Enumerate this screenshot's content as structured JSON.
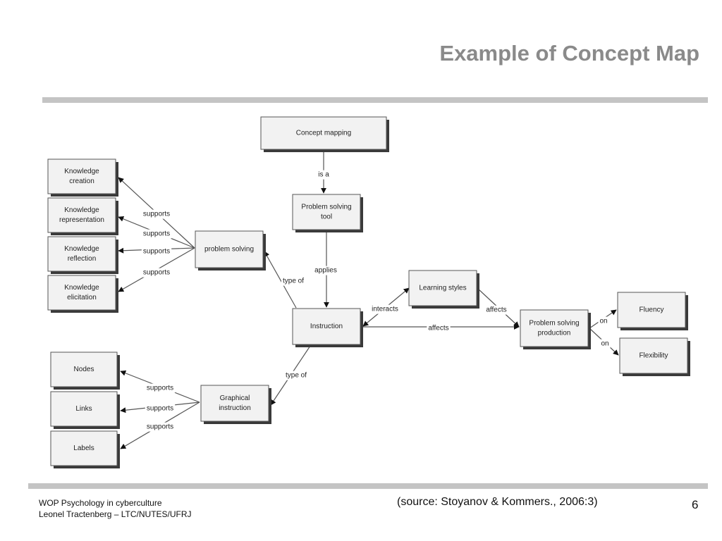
{
  "slide": {
    "title": "Example of Concept Map",
    "footer_line1": "WOP Psychology in cyberculture",
    "footer_line2": "Leonel Tractenberg – LTC/NUTES/UFRJ",
    "source": "(source: Stoyanov & Kommers., 2006:3)",
    "page_number": "6"
  },
  "colors": {
    "title": "#8a8a8a",
    "rule": "#c4c4c4",
    "node_fill": "#f2f2f2",
    "node_shadow": "#3a3a3a"
  },
  "concept_map": {
    "nodes": [
      {
        "id": "concept-mapping",
        "lines": [
          "Concept mapping"
        ]
      },
      {
        "id": "problem-solving-tool",
        "lines": [
          "Problem solving",
          "tool"
        ]
      },
      {
        "id": "problem-solving",
        "lines": [
          "problem solving"
        ]
      },
      {
        "id": "knowledge-creation",
        "lines": [
          "Knowledge",
          "creation"
        ]
      },
      {
        "id": "knowledge-representation",
        "lines": [
          "Knowledge",
          "representation"
        ]
      },
      {
        "id": "knowledge-reflection",
        "lines": [
          "Knowledge",
          "reflection"
        ]
      },
      {
        "id": "knowledge-elicitation",
        "lines": [
          "Knowledge",
          "elicitation"
        ]
      },
      {
        "id": "instruction",
        "lines": [
          "Instruction"
        ]
      },
      {
        "id": "learning-styles",
        "lines": [
          "Learning styles"
        ]
      },
      {
        "id": "problem-solving-production",
        "lines": [
          "Problem solving",
          "production"
        ]
      },
      {
        "id": "fluency",
        "lines": [
          "Fluency"
        ]
      },
      {
        "id": "flexibility",
        "lines": [
          "Flexibility"
        ]
      },
      {
        "id": "graphical-instruction",
        "lines": [
          "Graphical",
          "instruction"
        ]
      },
      {
        "id": "nodes",
        "lines": [
          "Nodes"
        ]
      },
      {
        "id": "links",
        "lines": [
          "Links"
        ]
      },
      {
        "id": "labels",
        "lines": [
          "Labels"
        ]
      }
    ],
    "edges": [
      {
        "id": "is-a",
        "from": "concept-mapping",
        "to": "problem-solving-tool",
        "label": "is a"
      },
      {
        "id": "applies",
        "from": "problem-solving-tool",
        "to": "instruction",
        "label": "applies"
      },
      {
        "id": "type-of-ps",
        "from": "instruction",
        "to": "problem-solving",
        "label": "type of"
      },
      {
        "id": "type-of-gi",
        "from": "instruction",
        "to": "graphical-instruction",
        "label": "type of"
      },
      {
        "id": "supports-kc",
        "from": "problem-solving",
        "to": "knowledge-creation",
        "label": "supports"
      },
      {
        "id": "supports-krep",
        "from": "problem-solving",
        "to": "knowledge-representation",
        "label": "supports"
      },
      {
        "id": "supports-kref",
        "from": "problem-solving",
        "to": "knowledge-reflection",
        "label": "supports"
      },
      {
        "id": "supports-ke",
        "from": "problem-solving",
        "to": "knowledge-elicitation",
        "label": "supports"
      },
      {
        "id": "interacts",
        "from": "learning-styles",
        "to": "instruction",
        "label": "interacts",
        "bidirectional": true
      },
      {
        "id": "affects-inst",
        "from": "instruction",
        "to": "problem-solving-production",
        "label": "affects"
      },
      {
        "id": "affects-ls",
        "from": "learning-styles",
        "to": "problem-solving-production",
        "label": "affects"
      },
      {
        "id": "on-fluency",
        "from": "problem-solving-production",
        "to": "fluency",
        "label": "on"
      },
      {
        "id": "on-flex",
        "from": "problem-solving-production",
        "to": "flexibility",
        "label": "on"
      },
      {
        "id": "supports-nodes",
        "from": "graphical-instruction",
        "to": "nodes",
        "label": "supports"
      },
      {
        "id": "supports-links",
        "from": "graphical-instruction",
        "to": "links",
        "label": "supports"
      },
      {
        "id": "supports-labels",
        "from": "graphical-instruction",
        "to": "labels",
        "label": "supports"
      }
    ]
  }
}
